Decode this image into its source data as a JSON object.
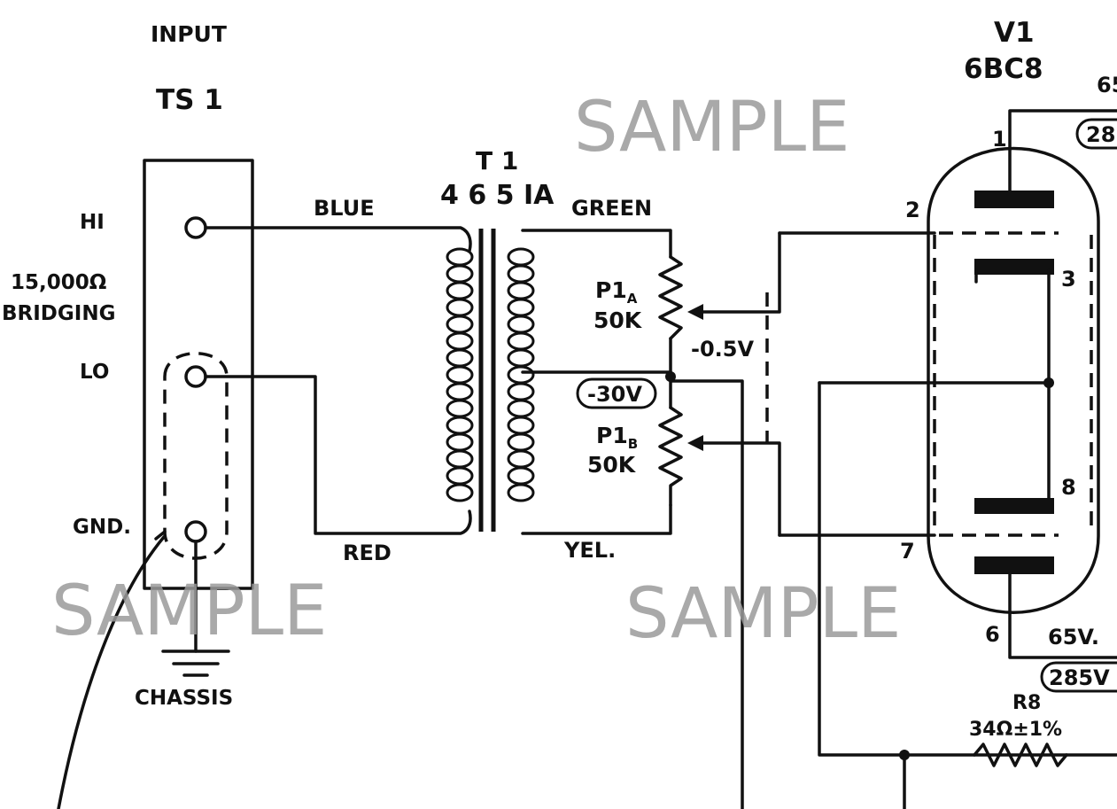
{
  "input": {
    "title": "INPUT",
    "terminal": "TS 1",
    "hi": "HI",
    "impedance": "15,000Ω",
    "bridging": "BRIDGING",
    "lo": "LO",
    "gnd": "GND.",
    "chassis": "CHASSIS"
  },
  "transformer": {
    "ref": "T 1",
    "part": "4 6 5 IA",
    "wire_blue": "BLUE",
    "wire_green": "GREEN",
    "wire_red": "RED",
    "wire_yellow": "YEL."
  },
  "pots": {
    "p1a_ref": "P1",
    "p1a_sub": "A",
    "p1a_value": "50K",
    "p1b_ref": "P1",
    "p1b_sub": "B",
    "p1b_value": "50K"
  },
  "voltages": {
    "grid": "-0.5V",
    "ct": "-30V",
    "plate_top_partial": "65",
    "plate_top_box_partial": "28",
    "cathode": "65V.",
    "cathode_box": "285V"
  },
  "tube": {
    "ref": "V1",
    "type": "6BC8",
    "pin1": "1",
    "pin2": "2",
    "pin3": "3",
    "pin6": "6",
    "pin7": "7",
    "pin8": "8"
  },
  "resistor": {
    "ref": "R8",
    "value": "34Ω±1%"
  },
  "watermarks": [
    "SAMPLE",
    "SAMPLE",
    "SAMPLE"
  ]
}
